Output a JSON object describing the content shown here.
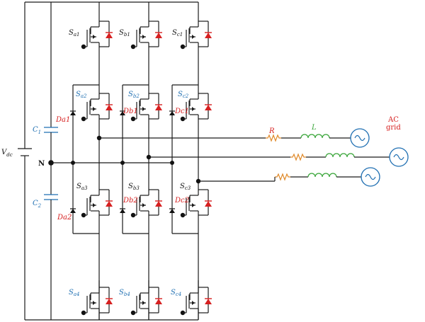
{
  "labels": {
    "vdc": "V",
    "vdc_sub": "dc",
    "n": "N",
    "c1": "C",
    "c1_sub": "1",
    "c2": "C",
    "c2_sub": "2",
    "r": "R",
    "l": "L",
    "ac_line1": "AC",
    "ac_line2": "grid"
  },
  "switches": {
    "sa1": "S",
    "sa1_sub": "a1",
    "sb1": "S",
    "sb1_sub": "b1",
    "sc1": "S",
    "sc1_sub": "c1",
    "sa2": "S",
    "sa2_sub": "a2",
    "sb2": "S",
    "sb2_sub": "b2",
    "sc2": "S",
    "sc2_sub": "c2",
    "sa3": "S",
    "sa3_sub": "a3",
    "sb3": "S",
    "sb3_sub": "b3",
    "sc3": "S",
    "sc3_sub": "c3",
    "sa4": "S",
    "sa4_sub": "a4",
    "sb4": "S",
    "sb4_sub": "b4",
    "sc4": "S",
    "sc4_sub": "c4"
  },
  "diodes": {
    "da1": "Da1",
    "db1": "Db1",
    "dc1": "Dc1",
    "da2": "Da2",
    "db2": "Db2",
    "dc2": "Dc2"
  },
  "colors": {
    "wire": "#1a1a1a",
    "label_blue": "#1f6fb2",
    "diode_red": "#d62020",
    "inductor_green": "#3aa63a",
    "resistor_orange": "#e08a2a",
    "source_blue": "#1f6fb2"
  }
}
